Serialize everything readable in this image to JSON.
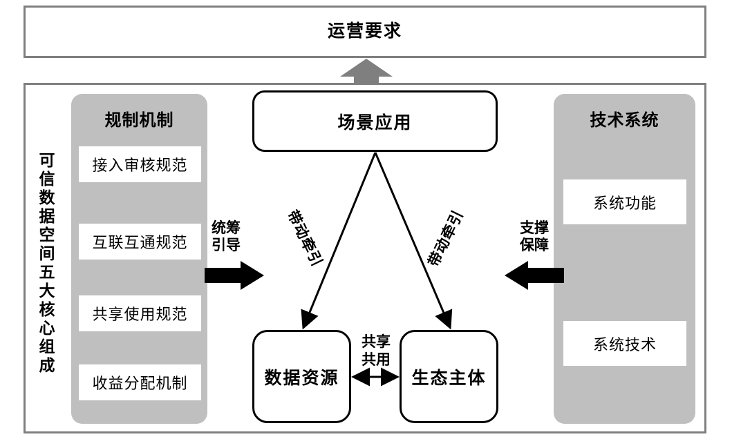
{
  "diagram": {
    "title_box": {
      "label": "运营要求"
    },
    "frame_caption": "可信数据空间五大核心组成",
    "panels": [
      {
        "id": "regulation",
        "title": "规制机制",
        "items": [
          "接入审核规范",
          "互联互通规范",
          "共享使用规范",
          "收益分配机制"
        ]
      },
      {
        "id": "technology",
        "title": "技术系统",
        "items": [
          "系统功能",
          "系统技术"
        ]
      }
    ],
    "nodes": {
      "scenario": "场景应用",
      "data_resource": "数据资源",
      "ecosystem_actor": "生态主体"
    },
    "connectors": {
      "upward_gray_arrow": "运营要求",
      "left_arrow_label_line1": "统筹",
      "left_arrow_label_line2": "引导",
      "right_arrow_label_line1": "支撑",
      "right_arrow_label_line2": "保障",
      "diagonal_left_label": "带动牵引",
      "diagonal_right_label": "带动牵引",
      "share_label_line1": "共享",
      "share_label_line2": "共用"
    },
    "colors": {
      "frame_border": "#7f7f7f",
      "panel_fill": "#bfbfbf",
      "node_border": "#000000",
      "arrow_gray": "#7f7f7f",
      "arrow_black": "#000000",
      "background": "#ffffff"
    }
  }
}
